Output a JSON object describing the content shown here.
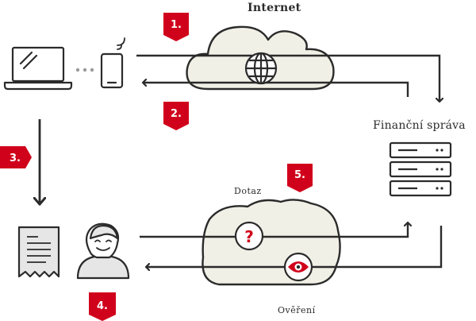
{
  "labels": {
    "internet": "Internet",
    "financni_sprava": "Finanční správa",
    "dotaz": "Dotaz",
    "overeni": "Ověření"
  },
  "badges": [
    "1.",
    "2.",
    "3.",
    "4.",
    "5."
  ],
  "colors": {
    "accent": "#d0021b",
    "cloud_fill": "#f1f0e6",
    "line": "#2b2b2b"
  },
  "icons": [
    "laptop-icon",
    "smartphone-icon",
    "globe-icon",
    "server-icon",
    "receipt-icon",
    "person-icon",
    "question-icon",
    "eye-icon"
  ]
}
